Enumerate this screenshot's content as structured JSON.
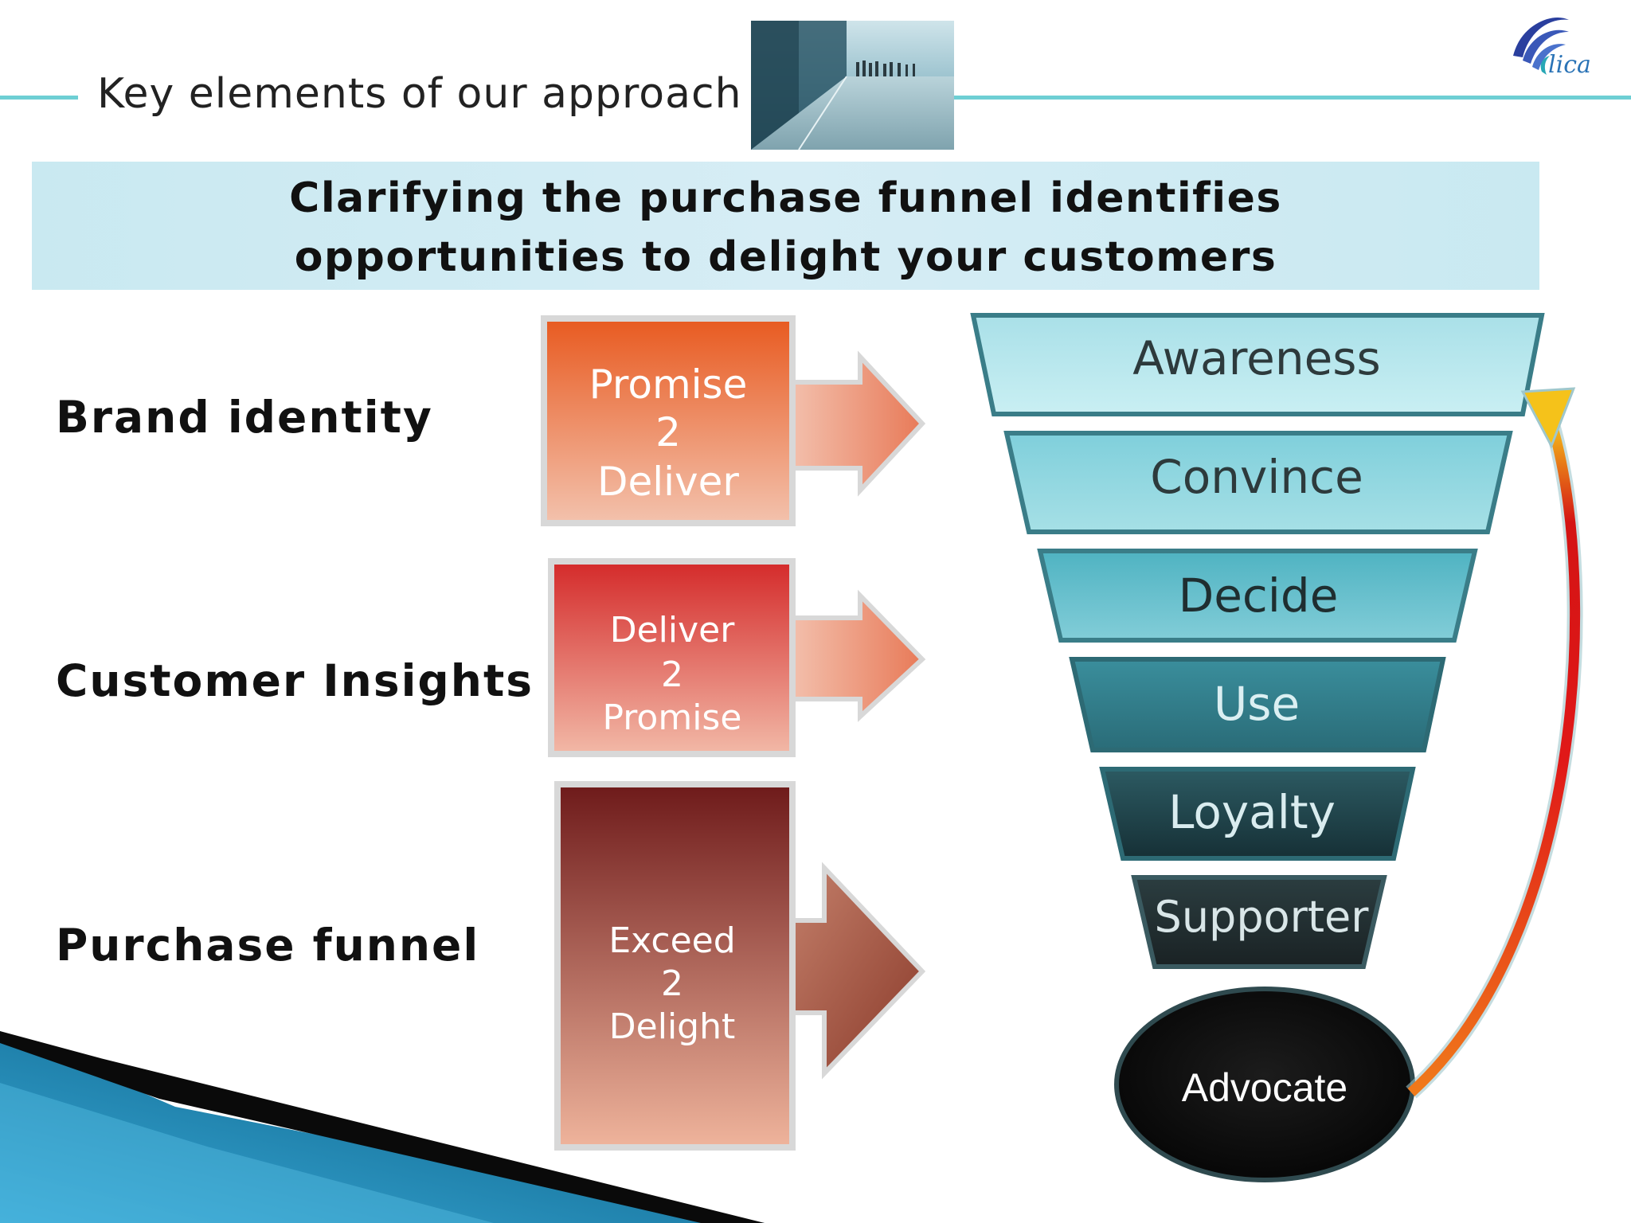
{
  "header": {
    "title": "Key elements of our approach",
    "logo_text": "lica"
  },
  "banner": {
    "line1": "Clarifying the purchase funnel identifies",
    "line2": "opportunities to delight your customers"
  },
  "rows": [
    {
      "label": "Brand identity",
      "box_lines": [
        "Promise",
        "2",
        "Deliver"
      ]
    },
    {
      "label": "Customer Insights",
      "box_lines": [
        "Deliver",
        "2",
        "Promise"
      ]
    },
    {
      "label": "Purchase funnel",
      "box_lines": [
        "Exceed",
        "2",
        "Delight"
      ]
    }
  ],
  "funnel": {
    "stages": [
      "Awareness",
      "Convince",
      "Decide",
      "Use",
      "Loyalty",
      "Supporter"
    ],
    "final": "Advocate"
  }
}
